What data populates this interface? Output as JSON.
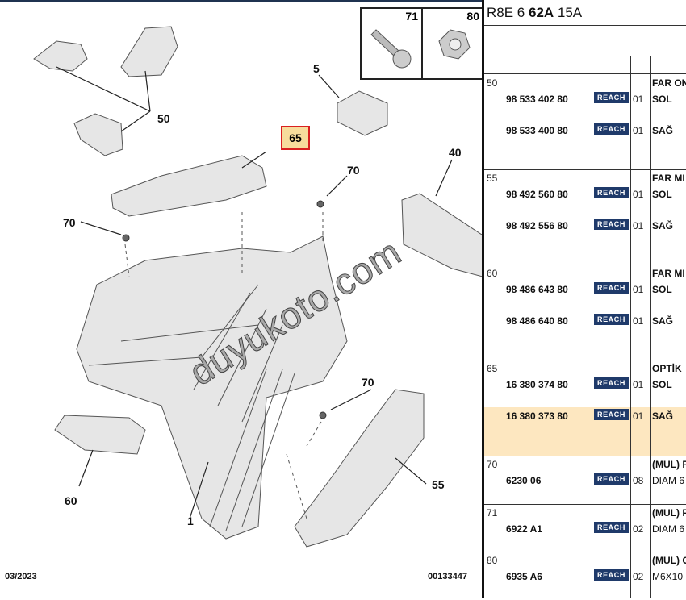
{
  "diagram": {
    "callouts": [
      "71",
      "80",
      "5",
      "50",
      "65",
      "40",
      "70",
      "70",
      "70",
      "60",
      "55",
      "1"
    ],
    "date": "03/2023",
    "reference": "00133447",
    "watermark": "duyukoto.com"
  },
  "table": {
    "title_prefix": "R8E 6 ",
    "title_bold": "62A",
    "title_suffix": " 15A",
    "groups": [
      {
        "index": "50",
        "desc": "FAR ON",
        "lines": [
          {
            "part": "98 533 402 80",
            "badge": "REACH",
            "qty": "01",
            "side": "SOL"
          },
          {
            "part": "98 533 400 80",
            "badge": "REACH",
            "qty": "01",
            "side": "SAĞ"
          }
        ]
      },
      {
        "index": "55",
        "desc": "FAR MI",
        "lines": [
          {
            "part": "98 492 560 80",
            "badge": "REACH",
            "qty": "01",
            "side": "SOL"
          },
          {
            "part": "98 492 556 80",
            "badge": "REACH",
            "qty": "01",
            "side": "SAĞ"
          }
        ]
      },
      {
        "index": "60",
        "desc": "FAR MI",
        "lines": [
          {
            "part": "98 486 643 80",
            "badge": "REACH",
            "qty": "01",
            "side": "SOL"
          },
          {
            "part": "98 486 640 80",
            "badge": "REACH",
            "qty": "01",
            "side": "SAĞ"
          }
        ]
      },
      {
        "index": "65",
        "desc": "OPTİK",
        "lines": [
          {
            "part": "16 380 374 80",
            "badge": "REACH",
            "qty": "01",
            "side": "SOL"
          },
          {
            "part": "16 380 373 80",
            "badge": "REACH",
            "qty": "01",
            "side": "SAĞ"
          }
        ]
      }
    ],
    "singles": [
      {
        "index": "70",
        "part": "6230 06",
        "badge": "REACH",
        "qty": "08",
        "desc": "(MUL) F",
        "desc2": "DIAM 6"
      },
      {
        "index": "71",
        "part": "6922 A1",
        "badge": "REACH",
        "qty": "02",
        "desc": "(MUL) F",
        "desc2": "DIAM 6"
      },
      {
        "index": "80",
        "part": "6935 A6",
        "badge": "REACH",
        "qty": "02",
        "desc": "(MUL) C",
        "desc2": "M6X10"
      }
    ],
    "highlight_color": "#fde7c0",
    "badge_color": "#1f3a6a"
  }
}
